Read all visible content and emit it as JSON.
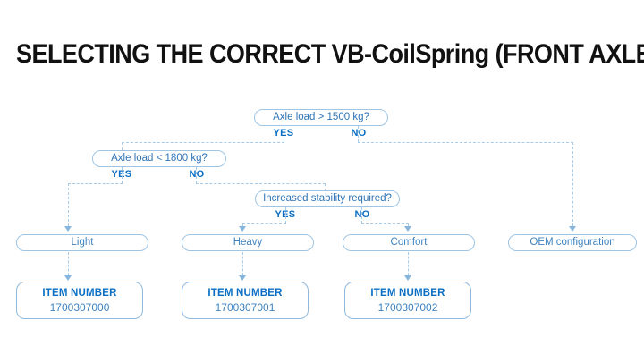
{
  "page": {
    "title": "SELECTING THE CORRECT VB-CoilSpring (FRONT AXLE)",
    "background_color": "#ffffff",
    "accent_color": "#0a6fc4",
    "node_border_color": "#9fc4e4",
    "connector_color": "#a8cbe8",
    "text_color": "#3f83bf"
  },
  "decisions": [
    {
      "id": "axle-load-1500",
      "question": "Axle load > 1500 kg?",
      "yes_label": "YES",
      "no_label": "NO"
    },
    {
      "id": "axle-load-1800",
      "question": "Axle load < 1800 kg?",
      "yes_label": "YES",
      "no_label": "NO"
    },
    {
      "id": "increased-stability",
      "question": "Increased stability required?",
      "yes_label": "YES",
      "no_label": "NO"
    }
  ],
  "results": [
    {
      "id": "light",
      "label": "Light"
    },
    {
      "id": "heavy",
      "label": "Heavy"
    },
    {
      "id": "comfort",
      "label": "Comfort"
    },
    {
      "id": "oem",
      "label": "OEM configuration"
    }
  ],
  "item_numbers": [
    {
      "id": "item-light",
      "label": "ITEM NUMBER",
      "value": "1700307000"
    },
    {
      "id": "item-heavy",
      "label": "ITEM NUMBER",
      "value": "1700307001"
    },
    {
      "id": "item-comfort",
      "label": "ITEM NUMBER",
      "value": "1700307002"
    }
  ]
}
